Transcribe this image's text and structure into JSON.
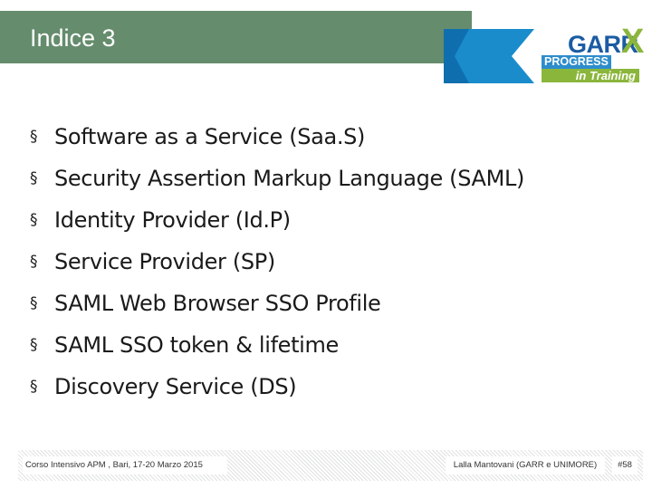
{
  "slide": {
    "title": "Indice 3"
  },
  "logo": {
    "garr": "GARR",
    "x": "X",
    "progress": "PROGRESS",
    "training": "in Training"
  },
  "bullets": {
    "marker": "§",
    "items": [
      "Software as a Service (Saa.S)",
      "Security Assertion Markup Language (SAML)",
      "Identity Provider (Id.P)",
      "Service Provider (SP)",
      "SAML Web Browser SSO Profile",
      "SAML SSO token & lifetime",
      "Discovery Service (DS)"
    ]
  },
  "footer": {
    "left": "Corso Intensivo APM , Bari, 17-20 Marzo 2015",
    "right": "Lalla Mantovani (GARR e UNIMORE)",
    "page": "#58"
  },
  "colors": {
    "title_bar": "#658c6d",
    "logo_blue": "#1b5ba3",
    "logo_green": "#8bb63c",
    "logo_cyan": "#2d8dcc"
  }
}
